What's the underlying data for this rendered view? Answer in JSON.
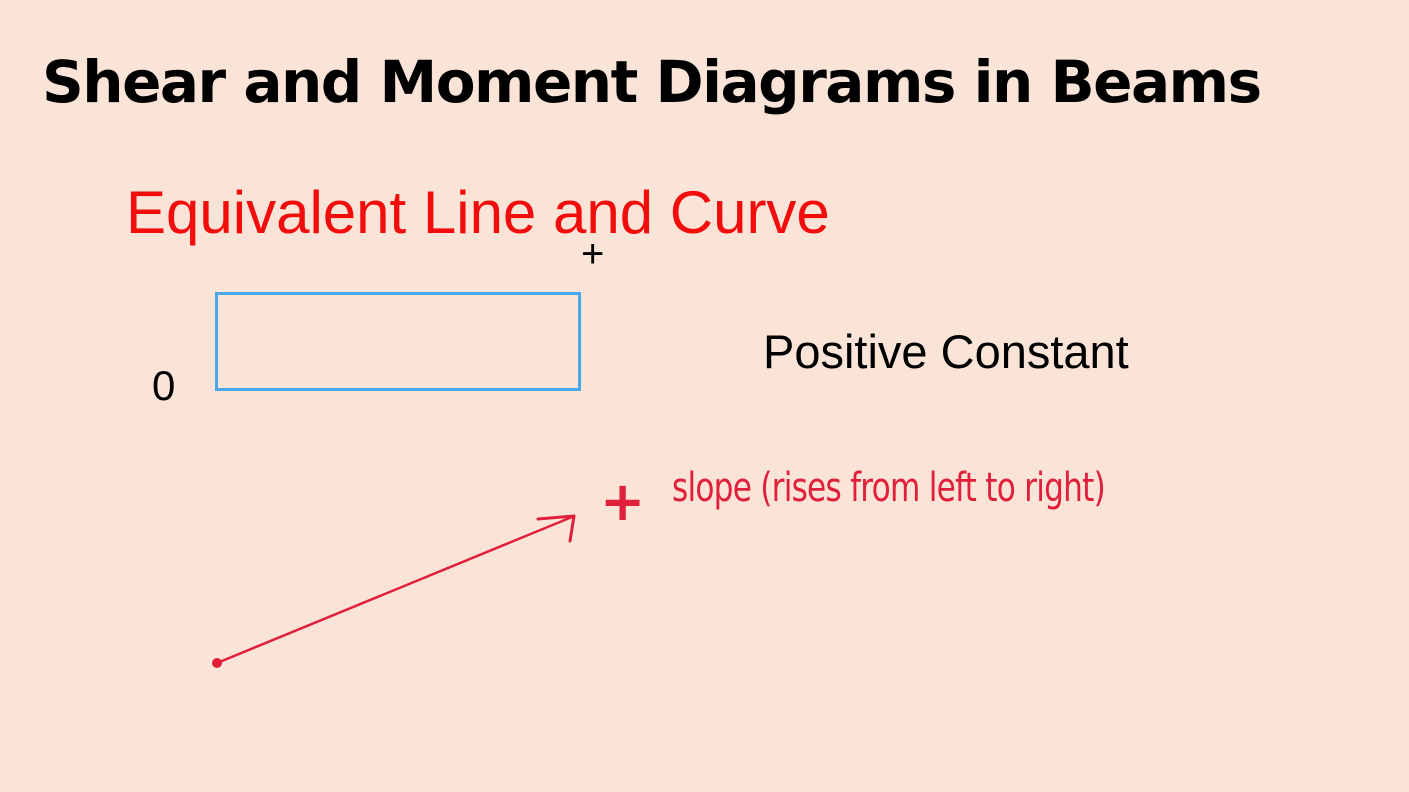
{
  "slide": {
    "title": "Shear and Moment Diagrams in Beams",
    "subtitle": "Equivalent Line and Curve",
    "shear_diagram": {
      "plus_label": "+",
      "zero_label": "0",
      "description": "Positive Constant"
    },
    "moment_annotation": {
      "plus_mark": "+",
      "note": "slope (rises from left to right)"
    }
  },
  "colors": {
    "background": "#fae4d8",
    "subtitle": "#f20c0c",
    "box_border": "#4aa7e8",
    "ink": "#e0203a"
  }
}
